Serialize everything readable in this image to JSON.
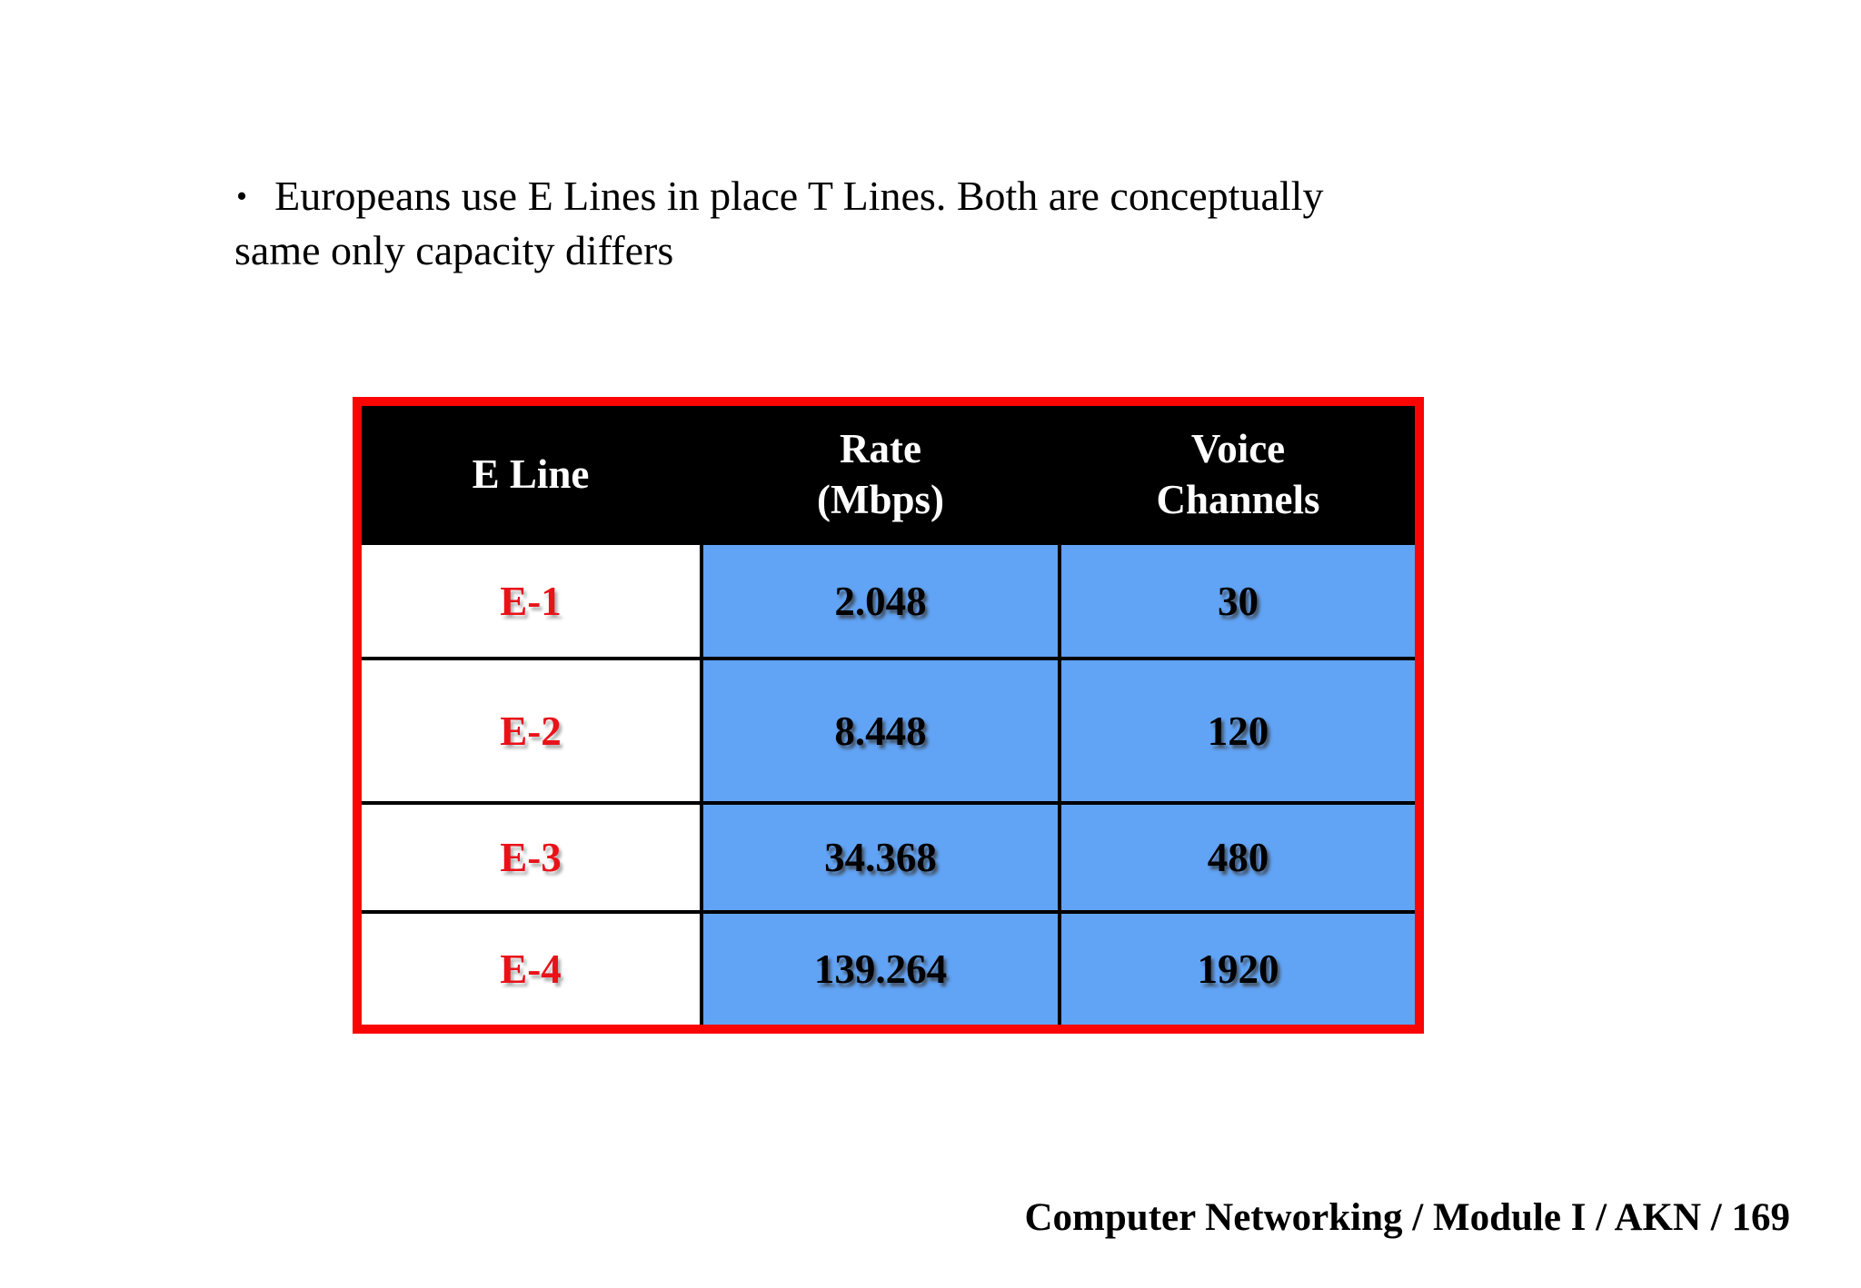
{
  "theme": {
    "border_red": "#fb0404",
    "text_red": "#e91219",
    "cell_blue": "#61a3f4",
    "header_bg": "#000000",
    "header_text": "#ffffff",
    "grid_line": "#000000"
  },
  "slide": {
    "bullet": {
      "marker": "•",
      "line1": "Europeans use E Lines in place T Lines. Both are conceptually",
      "line2": "same only capacity differs"
    },
    "footer": "Computer Networking / Module I / AKN / 169"
  },
  "table": {
    "columns": [
      "E Line",
      "Rate\n(Mbps)",
      "Voice\nChannels"
    ],
    "rows": [
      {
        "e_line": "E-1",
        "rate_mbps": "2.048",
        "voice_channels": "30"
      },
      {
        "e_line": "E-2",
        "rate_mbps": "8.448",
        "voice_channels": "120"
      },
      {
        "e_line": "E-3",
        "rate_mbps": "34.368",
        "voice_channels": "480"
      },
      {
        "e_line": "E-4",
        "rate_mbps": "139.264",
        "voice_channels": "1920"
      }
    ]
  }
}
